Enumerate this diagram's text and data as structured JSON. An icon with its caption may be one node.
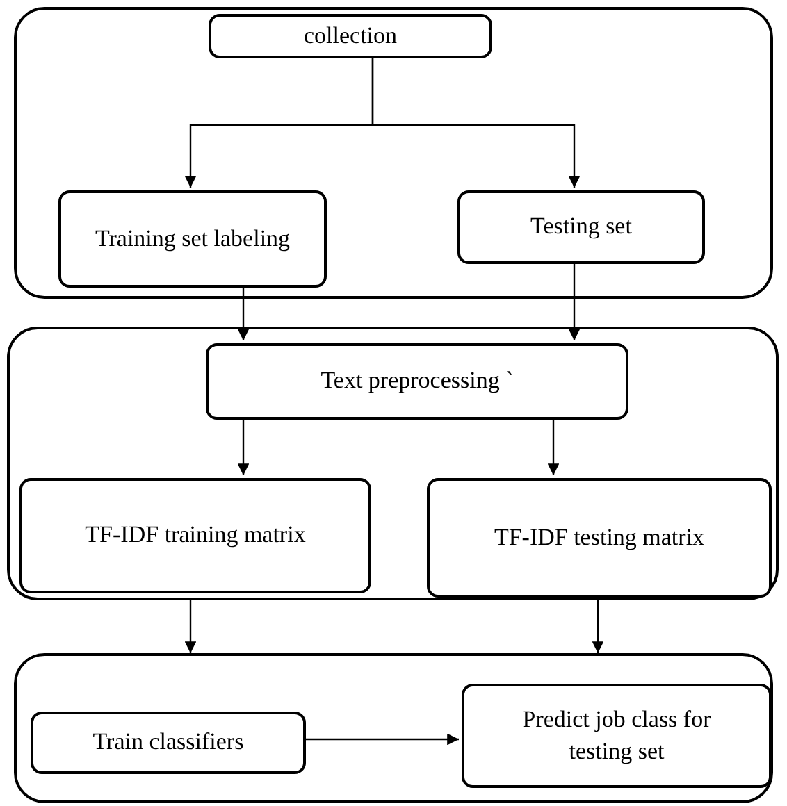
{
  "diagram": {
    "nodes": [
      {
        "text": [],
        "shape": "box"
      },
      {
        "text": [
          "collection"
        ],
        "in": 0
      },
      {
        "text": [
          "Training set labeling"
        ],
        "in": 0
      },
      {
        "text": [
          "Testing set"
        ],
        "in": 0
      },
      {
        "text": [],
        "shape": "box"
      },
      {
        "text": [
          "Text preprocessing `"
        ],
        "in": 4
      },
      {
        "text": [
          "TF-IDF training matrix"
        ],
        "in": 4
      },
      {
        "text": [
          "TF-IDF testing matrix"
        ],
        "in": 4
      },
      {
        "text": [],
        "shape": "box"
      },
      {
        "text": [
          "Train classifiers"
        ],
        "in": 8
      },
      {
        "text": [
          "Predict job class for testing set"
        ],
        "in": 8
      }
    ],
    "edges": [
      {
        "from": 1,
        "to": 2,
        "arrow": "to"
      },
      {
        "from": 1,
        "to": 3,
        "arrow": "to"
      },
      {
        "from": 2,
        "to": 5,
        "arrow": "to"
      },
      {
        "from": 3,
        "to": 5,
        "arrow": "to"
      },
      {
        "from": 5,
        "to": 6,
        "arrow": "to"
      },
      {
        "from": 5,
        "to": 7,
        "arrow": "to"
      },
      {
        "from": 4,
        "to": 8,
        "arrow": "to"
      },
      {
        "from": 4,
        "to": 8,
        "arrow": "to"
      },
      {
        "from": 9,
        "to": 10,
        "arrow": "to"
      }
    ]
  }
}
